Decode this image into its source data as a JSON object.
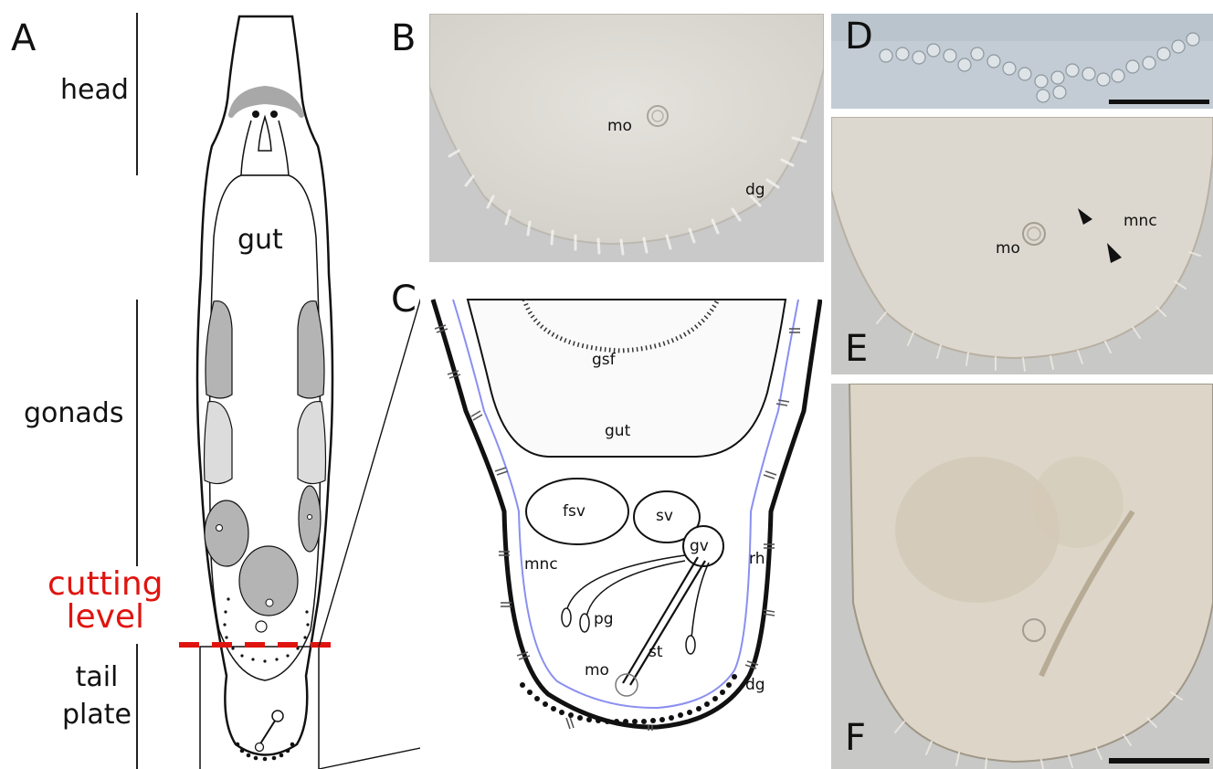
{
  "panels": {
    "a": {
      "letter": "A",
      "regions": [
        "head",
        "gut",
        "gonads",
        "tail\nplate"
      ],
      "cutting_label": "cutting\nlevel"
    },
    "b": {
      "letter": "B",
      "labels": [
        "mo",
        "dg"
      ]
    },
    "c": {
      "letter": "C",
      "labels": [
        "gsf",
        "gut",
        "fsv",
        "sv",
        "gv",
        "mnc",
        "rh",
        "pg",
        "st",
        "mo",
        "dg"
      ]
    },
    "d": {
      "letter": "D"
    },
    "e": {
      "letter": "E",
      "labels": [
        "mo",
        "mnc"
      ]
    },
    "f": {
      "letter": "F"
    }
  },
  "colors": {
    "gonad_dark": "#b4b4b4",
    "gonad_light": "#dcdcdc",
    "cut_line": "#e0140f",
    "nerve_line": "#8a8ff0",
    "photo_bg": "#dcdad6"
  }
}
